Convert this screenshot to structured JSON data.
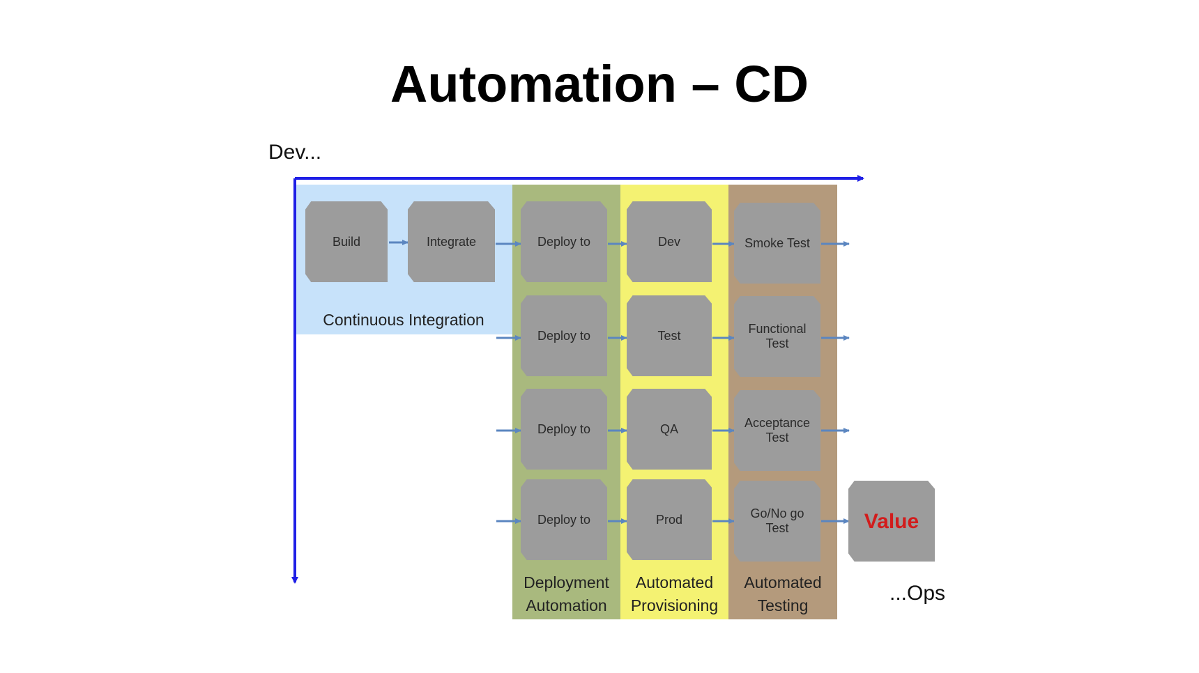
{
  "title": "Automation – CD",
  "axes": {
    "top_label": "Dev...",
    "end_label": "...Ops"
  },
  "colors": {
    "axis": "#1f1fe6",
    "continuous_integration": "#c7e2fa",
    "deployment_automation": "#a9b97e",
    "automated_provisioning": "#f4f272",
    "automated_testing": "#b49a7c",
    "box": "#9c9c9c",
    "connector": "#5b86c0",
    "value_text": "#d21c1c"
  },
  "zones": {
    "continuous_integration": "Continuous Integration",
    "deployment_automation": [
      "Deployment",
      "Automation"
    ],
    "automated_provisioning": [
      "Automated",
      "Provisioning"
    ],
    "automated_testing": [
      "Automated",
      "Testing"
    ]
  },
  "ci_steps": [
    "Build",
    "Integrate"
  ],
  "rows": [
    {
      "deploy": "Deploy to",
      "env": "Dev",
      "test": [
        "Smoke Test"
      ]
    },
    {
      "deploy": "Deploy to",
      "env": "Test",
      "test": [
        "Functional",
        "Test"
      ]
    },
    {
      "deploy": "Deploy to",
      "env": "QA",
      "test": [
        "Acceptance",
        "Test"
      ]
    },
    {
      "deploy": "Deploy to",
      "env": "Prod",
      "test": [
        "Go/No go",
        "Test"
      ]
    }
  ],
  "outcome": "Value"
}
